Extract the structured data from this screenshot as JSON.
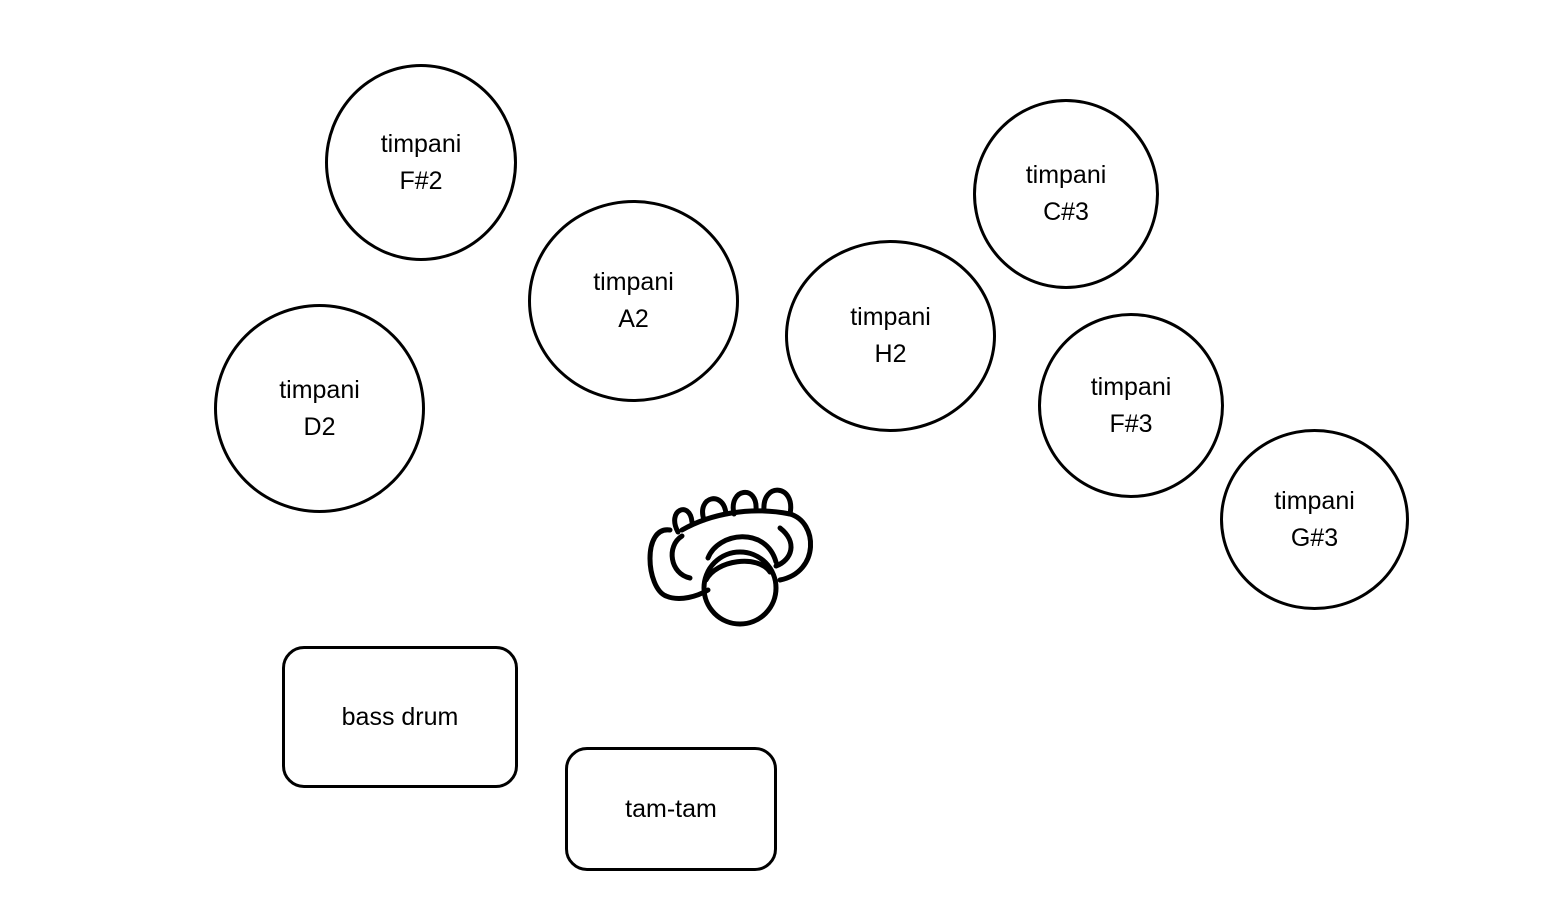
{
  "timpani": [
    {
      "id": "timpani-f2",
      "label": "timpani",
      "pitch": "F#2"
    },
    {
      "id": "timpani-a2",
      "label": "timpani",
      "pitch": "A2"
    },
    {
      "id": "timpani-d2",
      "label": "timpani",
      "pitch": "D2"
    },
    {
      "id": "timpani-h2",
      "label": "timpani",
      "pitch": "H2"
    },
    {
      "id": "timpani-c3",
      "label": "timpani",
      "pitch": "C#3"
    },
    {
      "id": "timpani-f3",
      "label": "timpani",
      "pitch": "F#3"
    },
    {
      "id": "timpani-g3",
      "label": "timpani",
      "pitch": "G#3"
    }
  ],
  "other_instruments": {
    "bass_drum": "bass drum",
    "tam_tam": "tam-tam"
  },
  "performer_icon": "performer-icon",
  "colors": {
    "stroke": "#000000",
    "background": "#ffffff"
  }
}
